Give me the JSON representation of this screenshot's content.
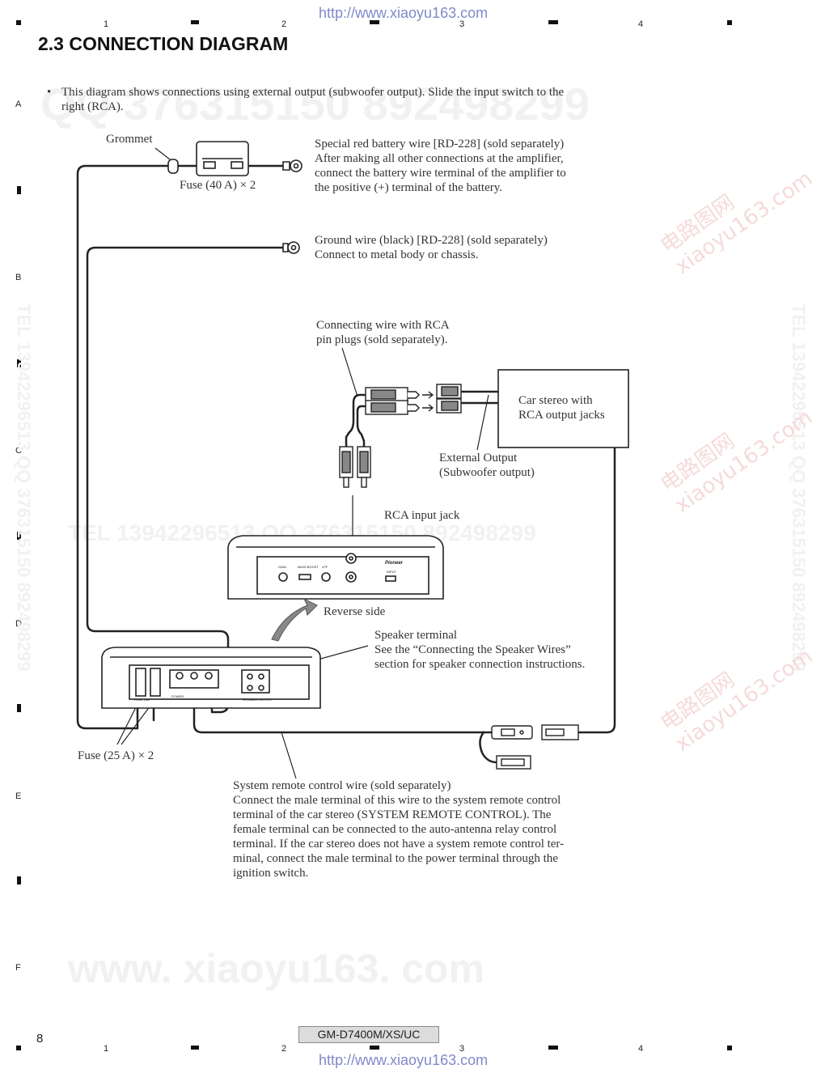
{
  "header": {
    "url": "http://www.xiaoyu163.com",
    "columns": [
      "1",
      "2",
      "3",
      "4"
    ]
  },
  "footer": {
    "url": "http://www.xiaoyu163.com",
    "page_number": "8",
    "model": "GM-D7400M/XS/UC",
    "columns": [
      "1",
      "2",
      "3",
      "4"
    ]
  },
  "rows": [
    "A",
    "B",
    "C",
    "D",
    "E",
    "F"
  ],
  "watermarks": {
    "qq_top": "QQ 376315150   892498299",
    "tel_mid": "TEL  13942296513          QQ  376315150  892498299",
    "bottom": "www. xiaoyu163. com",
    "side": "TEL  13942296513  QQ  376315150  892498299",
    "stamp_cn": "电路图网",
    "stamp_url": "xiaoyu163.com"
  },
  "section": {
    "title": "2.3  CONNECTION DIAGRAM",
    "bullet": "•",
    "intro_line1": "This diagram shows connections using external output (subwoofer output). Slide the input switch to the",
    "intro_line2": "right (RCA)."
  },
  "labels": {
    "grommet": "Grommet",
    "fuse40": "Fuse (40 A) × 2",
    "battery": [
      "Special red battery wire [RD-228] (sold separately)",
      "After making all other connections at the amplifier,",
      "connect the battery wire terminal of the amplifier to",
      "the positive (+) terminal of the battery."
    ],
    "ground": [
      "Ground wire (black) [RD-228] (sold separately)",
      "Connect to metal body or chassis."
    ],
    "rca_wire": [
      "Connecting wire with RCA",
      "pin plugs (sold separately)."
    ],
    "car_stereo": [
      "Car stereo with",
      "RCA output jacks"
    ],
    "external_output": [
      "External Output",
      "(Subwoofer output)"
    ],
    "rca_input": "RCA input jack",
    "reverse_side": "Reverse side",
    "speaker_terminal": [
      "Speaker terminal",
      "See the “Connecting the Speaker Wires”",
      "section for speaker connection instructions."
    ],
    "fuse25": "Fuse (25 A) × 2",
    "remote": [
      "System remote control wire (sold separately)",
      "Connect the male terminal of this wire to the system remote control",
      "terminal of the car stereo (SYSTEM REMOTE CONTROL). The",
      "female terminal can be connected to the auto-antenna relay control",
      "terminal. If the car stereo does not have a system remote control ter-",
      "minal, connect the male terminal to the power terminal through the",
      "ignition switch."
    ]
  },
  "panel_labels": {
    "gain": "GAIN",
    "bass_boost": "BASS BOOST",
    "lpf": "LPF",
    "input": "INPUT",
    "brand": "Pioneer",
    "power": "POWER",
    "speaker_output": "SPEAKER OUTPUT",
    "fuse_rating": "FUSE 25A"
  }
}
